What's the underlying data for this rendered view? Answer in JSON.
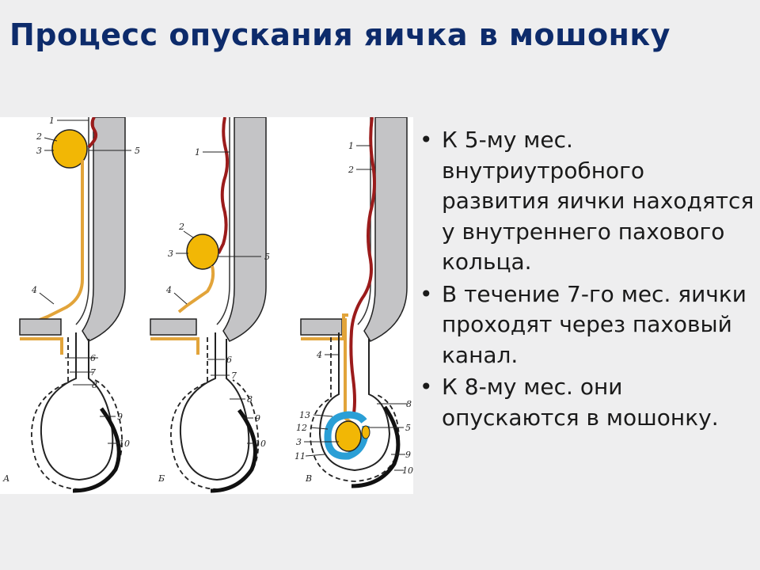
{
  "title": "Процесс опускания яичка в мошонку",
  "bullets": [
    "К 5-му мес. внутриутробного развития яички находятся у внутреннего пахового кольца.",
    "В течение 7-го мес. яички проходят через паховый канал.",
    "К 8-му мес. они опускаются в мошонку."
  ],
  "diagram": {
    "panels": [
      {
        "letter": "А",
        "labels": [
          "1",
          "2",
          "3",
          "5",
          "4",
          "6",
          "7",
          "8",
          "9",
          "10"
        ]
      },
      {
        "letter": "Б",
        "labels": [
          "1",
          "2",
          "3",
          "5",
          "4",
          "6",
          "7",
          "8",
          "9",
          "10"
        ]
      },
      {
        "letter": "В",
        "labels": [
          "1",
          "2",
          "4",
          "8",
          "13",
          "12",
          "5",
          "3",
          "11",
          "9",
          "10"
        ]
      }
    ]
  },
  "colors": {
    "title": "#0d2b6b",
    "testis": "#f2b705",
    "duct": "#e2a43a",
    "vessel": "#9b1b1b",
    "wall_gray": "#c4c4c6",
    "tunica_blue": "#2a9fd6",
    "skin_black": "#111111"
  }
}
